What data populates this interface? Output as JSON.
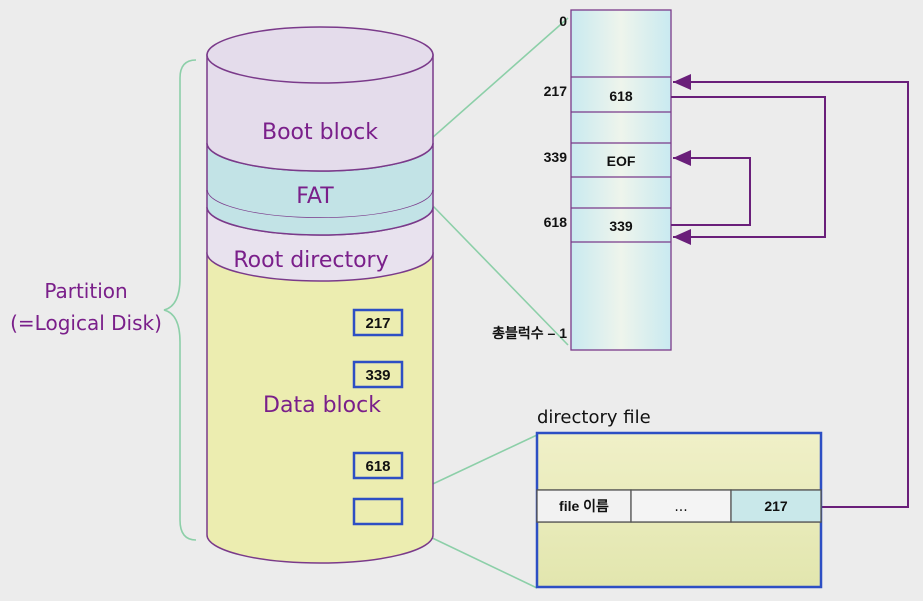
{
  "partition": {
    "label_line1": "Partition",
    "label_line2": "(=Logical Disk)"
  },
  "cylinder": {
    "boot_block": "Boot block",
    "fat": "FAT",
    "root_directory": "Root directory",
    "data_block": "Data block",
    "blocks": [
      "217",
      "339",
      "618"
    ]
  },
  "fat_table": {
    "index_labels": [
      "0",
      "217",
      "339",
      "618",
      "총블럭수 – 1"
    ],
    "entries": [
      "618",
      "EOF",
      "339"
    ]
  },
  "directory_file": {
    "title": "directory file",
    "cells": [
      "file 이름",
      "...",
      "217"
    ]
  },
  "colors": {
    "label": "#7a1f8a",
    "cylinder_outline": "#7a3a8a",
    "boot_fill": "#e4dceb",
    "fat_fill": "#c2e3e6",
    "data_fill": "#ecedb0",
    "block_border": "#2d4fc4",
    "arrow": "#6a1f7a",
    "leader_line": "#8ccfa8"
  }
}
